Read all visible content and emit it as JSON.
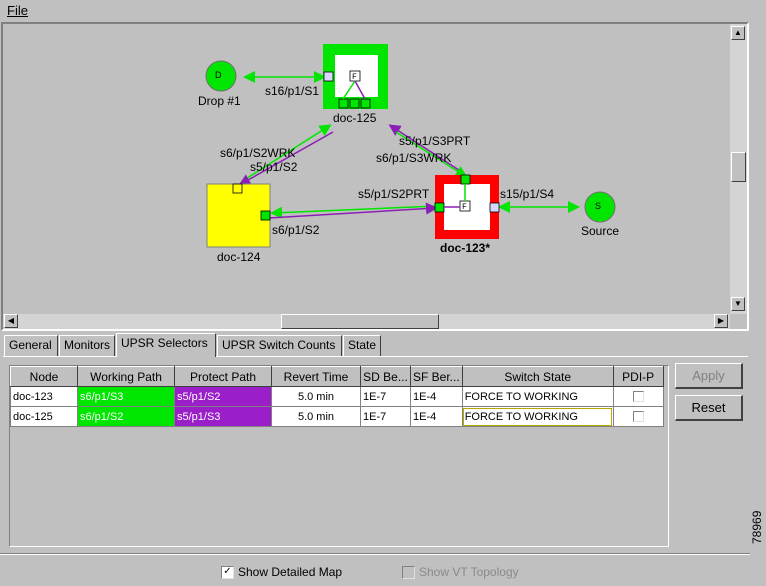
{
  "menu": {
    "file": "File"
  },
  "map": {
    "nodes": [
      {
        "label": "doc-125"
      },
      {
        "label": "doc-124"
      },
      {
        "label": "doc-123*"
      },
      {
        "label": "Drop #1",
        "letter": "D"
      },
      {
        "label": "Source",
        "letter": "S"
      }
    ],
    "link_labels": {
      "drop": "s16/p1/S1",
      "s2wrk": "s6/p1/S2WRK",
      "s5s2a": "s5/p1/S2",
      "s3prt": "s5/p1/S3PRT",
      "s3wrk": "s6/p1/S3WRK",
      "s2prt": "s5/p1/S2PRT",
      "s6s2": "s6/p1/S2",
      "source": "s15/p1/S4"
    },
    "colors": {
      "working": "#00e600",
      "protect": "#8a1fb4",
      "alarm": "#ff0000",
      "node_yellow": "#ffff00"
    }
  },
  "tabs": [
    "General",
    "Monitors",
    "UPSR Selectors",
    "UPSR Switch Counts",
    "State"
  ],
  "active_tab": "UPSR Selectors",
  "table": {
    "headers": [
      "Node",
      "Working Path",
      "Protect Path",
      "Revert Time",
      "SD Be...",
      "SF Ber...",
      "Switch State",
      "PDI-P"
    ],
    "rows": [
      {
        "node": "doc-123",
        "working": "s6/p1/S3",
        "protect": "s5/p1/S2",
        "revert": "5.0 min",
        "sd": "1E-7",
        "sf": "1E-4",
        "state": "FORCE TO WORKING"
      },
      {
        "node": "doc-125",
        "working": "s6/p1/S2",
        "protect": "s5/p1/S3",
        "revert": "5.0 min",
        "sd": "1E-7",
        "sf": "1E-4",
        "state": "FORCE TO WORKING"
      }
    ]
  },
  "buttons": {
    "apply": "Apply",
    "reset": "Reset"
  },
  "footer": {
    "show_detailed_map": "Show Detailed Map",
    "show_vt_topology": "Show VT Topology"
  },
  "figure_id": "78969"
}
